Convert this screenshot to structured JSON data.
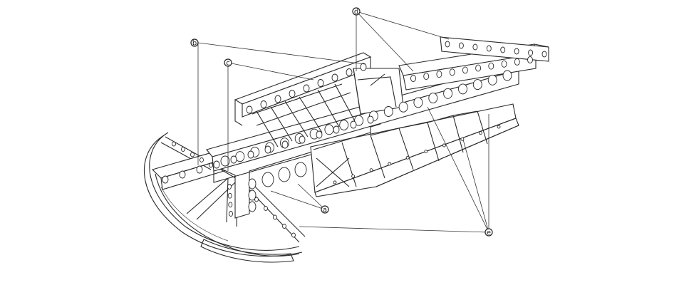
{
  "callouts": [
    {
      "id": "a",
      "label": "a"
    },
    {
      "id": "b",
      "label": "b"
    },
    {
      "id": "c",
      "label": "c"
    },
    {
      "id": "d",
      "label": "d"
    },
    {
      "id": "e",
      "label": "e"
    }
  ],
  "colors": {
    "ink": "#2a2a2a",
    "paper": "#ffffff"
  }
}
